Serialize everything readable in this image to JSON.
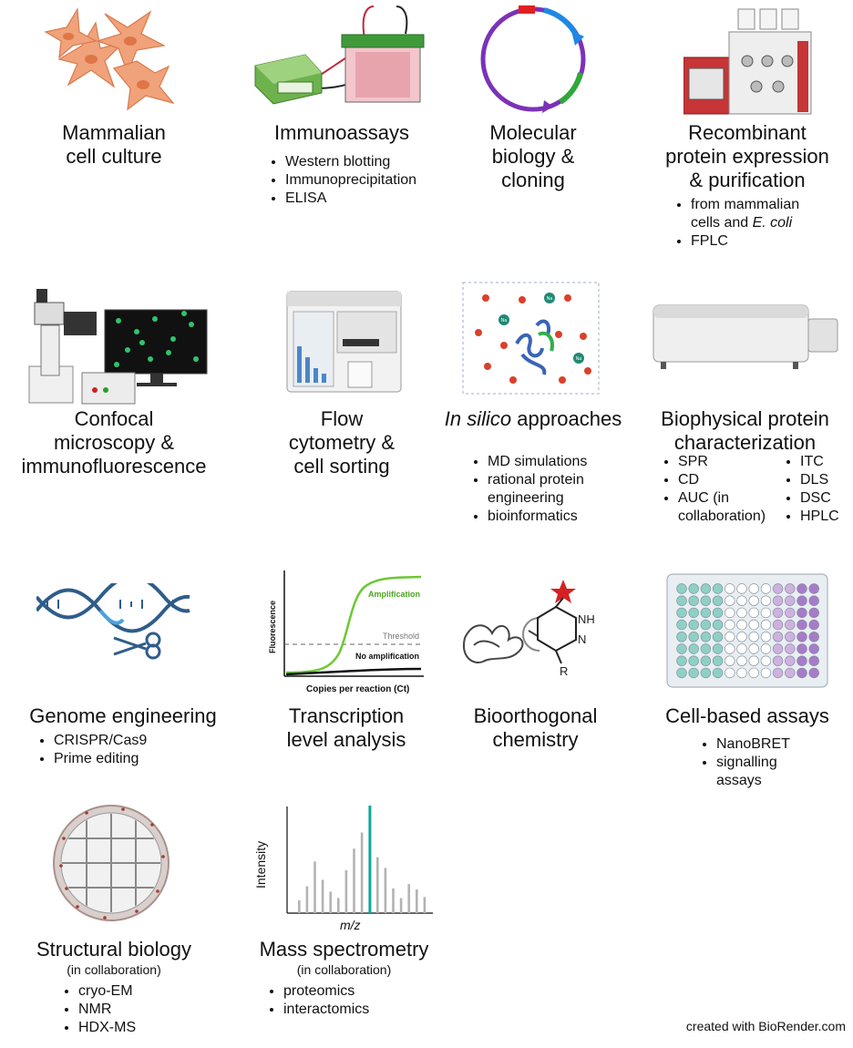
{
  "panels": {
    "mammalian": {
      "title": "Mammalian cell culture",
      "lines": [
        "Mammalian",
        "cell culture"
      ]
    },
    "immuno": {
      "title": "Immunoassays",
      "bullets": [
        "Western blotting",
        "Immunoprecipitation",
        "ELISA"
      ]
    },
    "molbio": {
      "lines": [
        "Molecular",
        "biology &",
        "cloning"
      ]
    },
    "recomb": {
      "lines": [
        "Recombinant",
        "protein expression",
        "& purification"
      ],
      "b1a": "from mammalian",
      "b1b": "cells and ",
      "b1c": "E. coli",
      "b2": "FPLC"
    },
    "confocal": {
      "lines": [
        "Confocal",
        "microscopy &",
        "immunofluorescence"
      ]
    },
    "flow": {
      "lines": [
        "Flow",
        "cytometry &",
        "cell sorting"
      ]
    },
    "insilico": {
      "italic": "In silico",
      "rest": " approaches",
      "bullets": [
        "MD simulations",
        "rational protein",
        "engineering",
        "bioinformatics"
      ],
      "na": "Na"
    },
    "biophys": {
      "lines": [
        "Biophysical protein",
        "characterization"
      ],
      "left": [
        "SPR",
        "CD",
        "AUC (in",
        "collaboration)"
      ],
      "right": [
        "ITC",
        "DLS",
        "DSC",
        "HPLC"
      ]
    },
    "genome": {
      "title": "Genome engineering",
      "bullets": [
        "CRISPR/Cas9",
        "Prime editing"
      ]
    },
    "transcription": {
      "lines": [
        "Transcription",
        "level analysis"
      ]
    },
    "bioorth": {
      "lines": [
        "Bioorthogonal",
        "chemistry"
      ],
      "nh": "NH",
      "n": "N",
      "r": "R"
    },
    "cellassay": {
      "title": "Cell-based assays",
      "bullets": [
        "NanoBRET",
        "signalling",
        "assays"
      ]
    },
    "structural": {
      "title": "Structural biology",
      "sub": "(in collaboration)",
      "bullets": [
        "cryo-EM",
        "NMR",
        "HDX-MS"
      ]
    },
    "massspec": {
      "title": "Mass spectrometry",
      "sub": "(in collaboration)",
      "bullets": [
        "proteomics",
        "interactomics"
      ]
    }
  },
  "chart_data": [
    {
      "type": "line",
      "xlabel": "Copies per reaction (Ct)",
      "ylabel": "Fluorescence",
      "series": [
        {
          "name": "Amplification",
          "color": "#6cc832",
          "shape": "sigmoid"
        },
        {
          "name": "No amplification",
          "color": "#000000",
          "shape": "flat"
        }
      ],
      "annotations": [
        "Threshold"
      ]
    },
    {
      "type": "bar",
      "xlabel": "m/z",
      "ylabel": "Intensity",
      "values": [
        0.12,
        0.25,
        0.48,
        0.31,
        0.2,
        0.14,
        0.4,
        0.6,
        0.75,
        1.0,
        0.52,
        0.42,
        0.23,
        0.14,
        0.27,
        0.22,
        0.15
      ],
      "highlight_index": 9,
      "colors": {
        "bar": "#b3b3b3",
        "highlight": "#0aa89a"
      }
    }
  ],
  "credit": "created with BioRender.com"
}
